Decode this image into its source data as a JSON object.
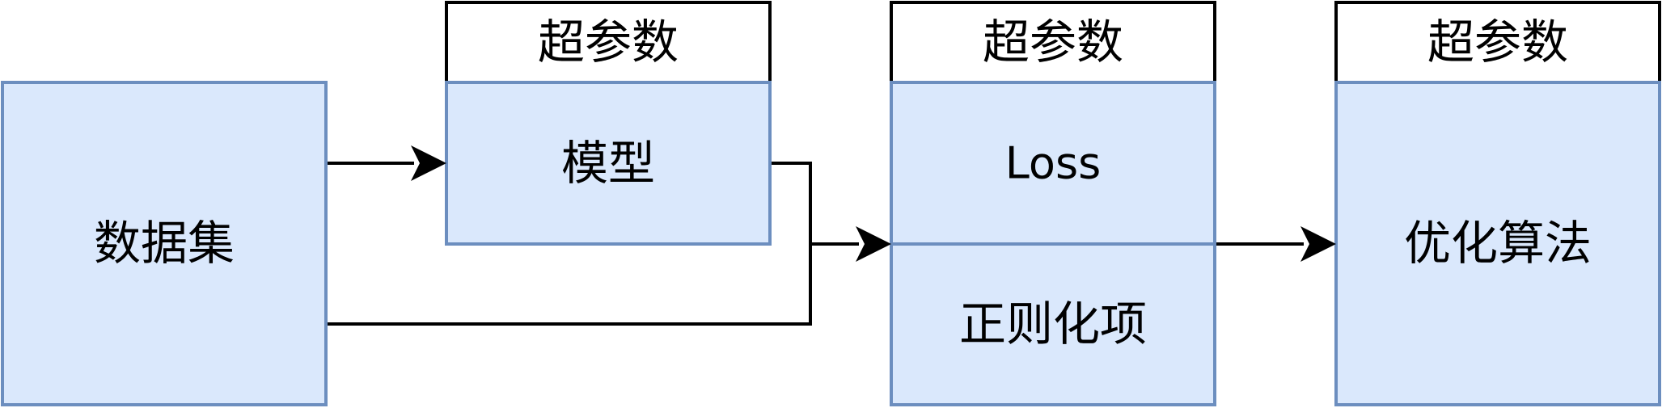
{
  "nodes": {
    "dataset": {
      "label": "数据集"
    },
    "model": {
      "header": "超参数",
      "label": "模型"
    },
    "loss_group": {
      "header": "超参数",
      "loss_label": "Loss",
      "regularizer_label": "正则化项"
    },
    "optimizer": {
      "header": "超参数",
      "label": "优化算法"
    }
  },
  "colors": {
    "box_fill": "#dae8fc",
    "box_stroke": "#6c8ebf",
    "header_fill": "#ffffff",
    "header_stroke": "#000000",
    "arrow": "#000000"
  }
}
